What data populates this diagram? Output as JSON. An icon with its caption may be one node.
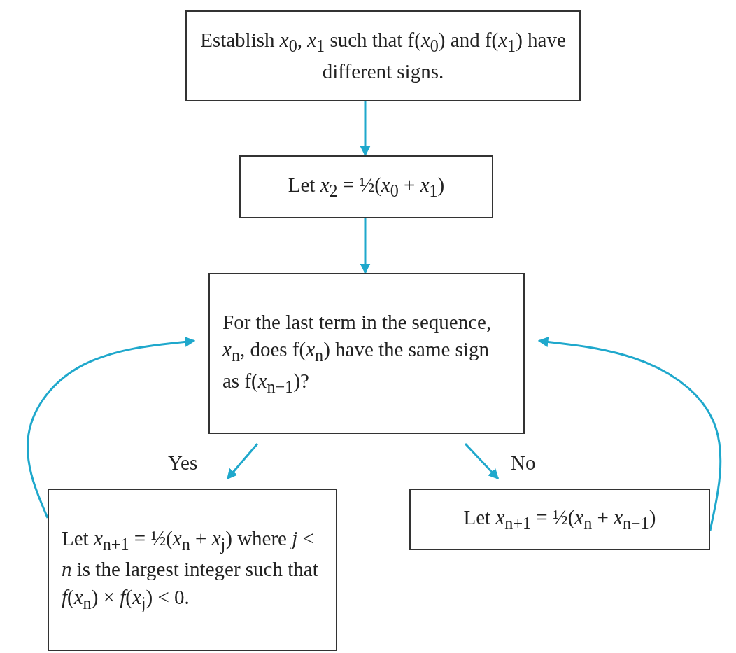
{
  "diagram": {
    "nodes": [
      {
        "text": [
          "Establish *x*$_{0}$, *x*$_{1}$ such that f(*x*$_{0}$) and f(*x*$_{1}$) have different signs."
        ]
      },
      {
        "text": [
          "Let *x*$_{2}$ = ½(*x*$_{0}$ + *x*$_{1}$)"
        ]
      },
      {
        "text": [
          "For the last term in the sequence, *x*$_{n}$, does f(*x*$_{n}$) have the same sign as f(*x*$_{n−1}$)?"
        ]
      },
      {
        "text": [
          "Let *x*$_{n+1}$ = ½(*x*$_{n}$ + *x*$_{j}$) where *j* < *n* is the largest integer such that *f*(*x*$_{n}$) × *f*(*x*$_{j}$) < 0."
        ]
      },
      {
        "text": [
          "Let *x*$_{n+1}$ = ½(*x*$_{n}$ + *x*$_{n−1}$)"
        ]
      }
    ],
    "edges": [
      {
        "from": 0,
        "to": 1,
        "arrow": "to"
      },
      {
        "from": 1,
        "to": 2,
        "arrow": "to"
      },
      {
        "from": 2,
        "to": 3,
        "arrow": "to",
        "label": "Yes"
      },
      {
        "from": 2,
        "to": 4,
        "arrow": "to",
        "label": "No"
      },
      {
        "from": 3,
        "to": 2,
        "arrow": "to"
      },
      {
        "from": 4,
        "to": 2,
        "arrow": "to"
      }
    ]
  }
}
